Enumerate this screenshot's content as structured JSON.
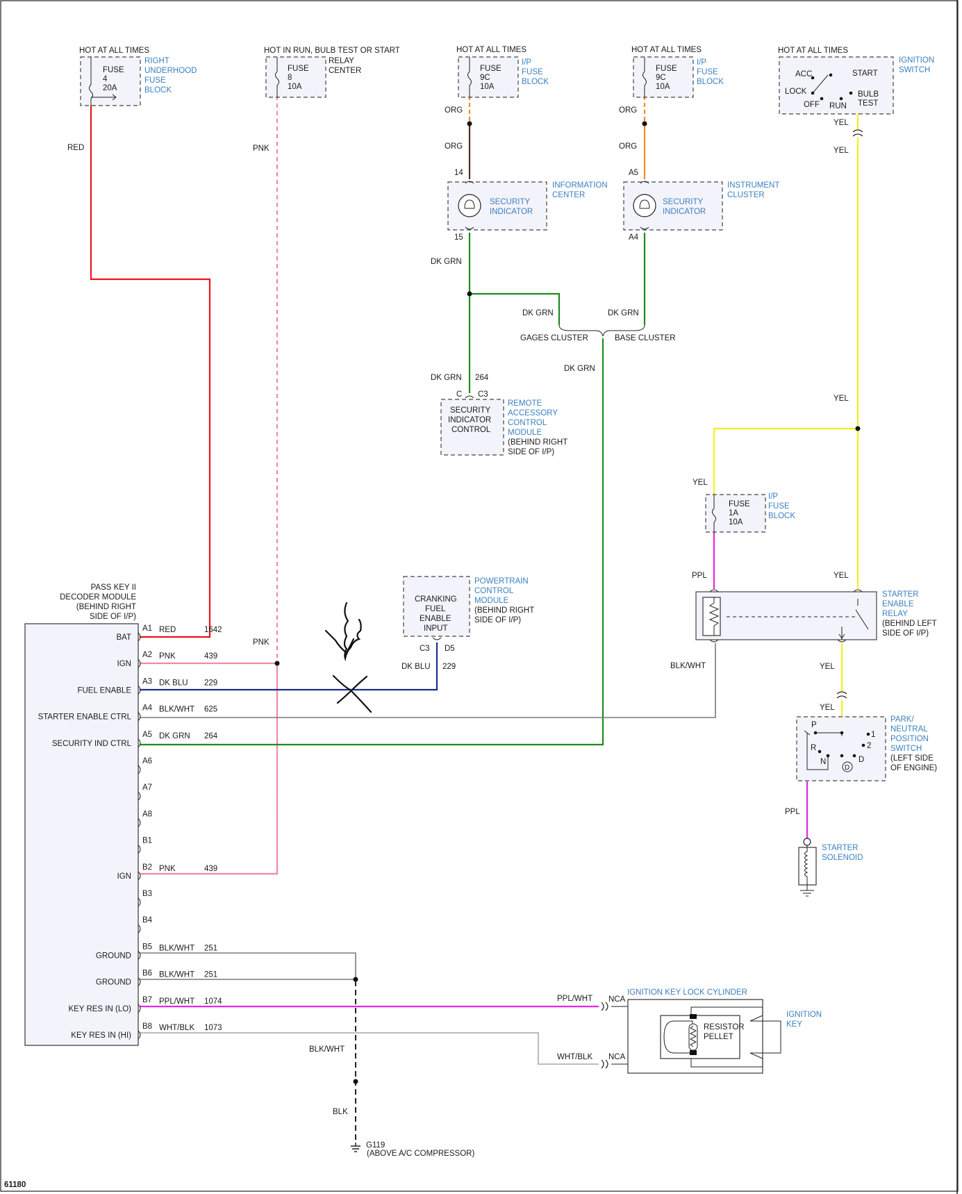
{
  "diagram_id": "61180",
  "colors": {
    "red": "#e8141a",
    "pink": "#f08ca0",
    "orange": "#f28c1e",
    "brown": "#4a3020",
    "green": "#1c8c1c",
    "yellow": "#f2f21a",
    "magenta": "#e626e6",
    "navy": "#1a2f8c",
    "gray": "#7a7a7a",
    "lightgray": "#b4b4b4",
    "black": "#222222",
    "label_blue": "#3a7fc1"
  },
  "fuses": {
    "right_underhood": {
      "hot": "HOT AT ALL TIMES",
      "l1": "FUSE",
      "l2": "4",
      "l3": "20A",
      "name": [
        "RIGHT",
        "UNDERHOOD",
        "FUSE",
        "BLOCK"
      ]
    },
    "relay_center": {
      "hot": "HOT IN RUN, BULB TEST OR START",
      "l1": "FUSE",
      "l2": "8",
      "l3": "10A",
      "name": [
        "RELAY",
        "CENTER"
      ]
    },
    "ip_9c_a": {
      "hot": "HOT AT ALL TIMES",
      "l1": "FUSE",
      "l2": "9C",
      "l3": "10A",
      "name": [
        "I/P",
        "FUSE",
        "BLOCK"
      ]
    },
    "ip_9c_b": {
      "hot": "HOT AT ALL TIMES",
      "l1": "FUSE",
      "l2": "9C",
      "l3": "10A",
      "name": [
        "I/P",
        "FUSE",
        "BLOCK"
      ]
    },
    "ip_1a": {
      "l1": "FUSE",
      "l2": "1A",
      "l3": "10A",
      "name": [
        "I/P",
        "FUSE",
        "BLOCK"
      ]
    }
  },
  "ignition_switch": {
    "hot": "HOT AT ALL TIMES",
    "acc": "ACC",
    "start": "START",
    "lock": "LOCK",
    "bulb": "BULB",
    "test": "TEST",
    "off": "OFF",
    "run": "RUN",
    "name": [
      "IGNITION",
      "SWITCH"
    ]
  },
  "info_center": {
    "pin_top": "14",
    "pin_bottom": "15",
    "inner": [
      "SECURITY",
      "INDICATOR"
    ],
    "name": [
      "INFORMATION",
      "CENTER"
    ]
  },
  "inst_cluster": {
    "pin_top": "A5",
    "pin_bottom": "A4",
    "inner": [
      "SECURITY",
      "INDICATOR"
    ],
    "name": [
      "INSTRUMENT",
      "CLUSTER"
    ]
  },
  "remote_module": {
    "pin_c": "C",
    "pin_c3": "C3",
    "inner": [
      "SECURITY",
      "INDICATOR",
      "CONTROL"
    ],
    "name": [
      "REMOTE",
      "ACCESSORY",
      "CONTROL",
      "MODULE"
    ],
    "loc": [
      "(BEHIND RIGHT",
      "SIDE OF I/P)"
    ]
  },
  "pcm": {
    "inner": [
      "CRANKING",
      "FUEL",
      "ENABLE",
      "INPUT"
    ],
    "name": [
      "POWERTRAIN",
      "CONTROL",
      "MODULE"
    ],
    "loc": [
      "(BEHIND RIGHT",
      "SIDE OF I/P)"
    ],
    "pin_c3": "C3",
    "pin_d5": "D5"
  },
  "starter_relay": {
    "name": [
      "STARTER",
      "ENABLE",
      "RELAY"
    ],
    "loc": [
      "(BEHIND LEFT",
      "SIDE OF I/P)"
    ]
  },
  "pnp_switch": {
    "p": "P",
    "r": "R",
    "n": "N",
    "d": "D",
    "d_circ": "D",
    "one": "1",
    "two": "2",
    "name": [
      "PARK/",
      "NEUTRAL",
      "POSITION",
      "SWITCH"
    ],
    "loc": [
      "(LEFT SIDE",
      "OF ENGINE)"
    ]
  },
  "starter_solenoid": {
    "name": [
      "STARTER",
      "SOLENOID"
    ]
  },
  "key_cylinder": {
    "name": "IGNITION KEY LOCK CYLINDER",
    "resistor": [
      "RESISTOR",
      "PELLET"
    ],
    "key": [
      "IGNITION",
      "KEY"
    ],
    "nca_top": "NCA",
    "nca_bottom": "NCA"
  },
  "ground": {
    "id": "G119",
    "loc": "(ABOVE A/C COMPRESSOR)"
  },
  "decoder": {
    "title": [
      "PASS KEY II",
      "DECODER MODULE",
      "(BEHIND RIGHT",
      "SIDE OF I/P)"
    ],
    "pins": [
      {
        "id": "A1",
        "label": "BAT",
        "wire": "RED",
        "circuit": "1642"
      },
      {
        "id": "A2",
        "label": "IGN",
        "wire": "PNK",
        "circuit": "439"
      },
      {
        "id": "A3",
        "label": "FUEL ENABLE",
        "wire": "DK BLU",
        "circuit": "229"
      },
      {
        "id": "A4",
        "label": "STARTER ENABLE CTRL",
        "wire": "BLK/WHT",
        "circuit": "625"
      },
      {
        "id": "A5",
        "label": "SECURITY IND CTRL",
        "wire": "DK GRN",
        "circuit": "264"
      },
      {
        "id": "A6",
        "label": "",
        "wire": "",
        "circuit": ""
      },
      {
        "id": "A7",
        "label": "",
        "wire": "",
        "circuit": ""
      },
      {
        "id": "A8",
        "label": "",
        "wire": "",
        "circuit": ""
      },
      {
        "id": "B1",
        "label": "",
        "wire": "",
        "circuit": ""
      },
      {
        "id": "B2",
        "label": "IGN",
        "wire": "PNK",
        "circuit": "439"
      },
      {
        "id": "B3",
        "label": "",
        "wire": "",
        "circuit": ""
      },
      {
        "id": "B4",
        "label": "",
        "wire": "",
        "circuit": ""
      },
      {
        "id": "B5",
        "label": "GROUND",
        "wire": "BLK/WHT",
        "circuit": "251"
      },
      {
        "id": "B6",
        "label": "GROUND",
        "wire": "BLK/WHT",
        "circuit": "251"
      },
      {
        "id": "B7",
        "label": "KEY RES IN (LO)",
        "wire": "PPL/WHT",
        "circuit": "1074"
      },
      {
        "id": "B8",
        "label": "KEY RES IN (HI)",
        "wire": "WHT/BLK",
        "circuit": "1073"
      }
    ]
  },
  "labels": {
    "red": "RED",
    "pnk_top": "PNK",
    "pnk_mid": "PNK",
    "org1": "ORG",
    "org2": "ORG",
    "org3": "ORG",
    "org4": "ORG",
    "dkgrn1": "DK GRN",
    "dkgrn2": "DK GRN",
    "dkgrn3": "DK GRN",
    "dkgrn4": "DK GRN",
    "dkgrn5": "DK GRN",
    "c264": "264",
    "gages": "GAGES CLUSTER",
    "base": "BASE CLUSTER",
    "dkblu": "DK BLU",
    "c229": "229",
    "yel1": "YEL",
    "yel2": "YEL",
    "yel3": "YEL",
    "yel4": "YEL",
    "yel5": "YEL",
    "yel6": "YEL",
    "yel7": "YEL",
    "ppl1": "PPL",
    "ppl2": "PPL",
    "blkwht_relay": "BLK/WHT",
    "pplwht": "PPL/WHT",
    "whtblk": "WHT/BLK",
    "blkwht_gnd": "BLK/WHT",
    "blk": "BLK"
  }
}
